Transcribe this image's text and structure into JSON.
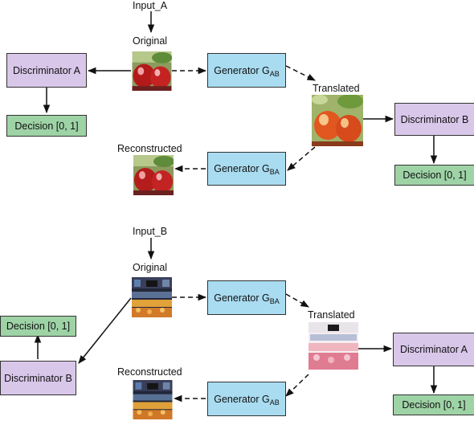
{
  "top": {
    "input_label": "Input_A",
    "original_label": "Original",
    "translated_label": "Translated",
    "reconstructed_label": "Reconstructed",
    "discriminator_a": "Discriminator A",
    "discriminator_b": "Discriminator B",
    "decision_a": "Decision [0, 1]",
    "decision_b": "Decision [0, 1]",
    "generator_ab": {
      "name": "Generator G",
      "sub": "AB"
    },
    "generator_ba": {
      "name": "Generator G",
      "sub": "BA"
    }
  },
  "bottom": {
    "input_label": "Input_B",
    "original_label": "Original",
    "translated_label": "Translated",
    "reconstructed_label": "Reconstructed",
    "discriminator_b": "Discriminator B",
    "discriminator_a": "Discriminator A",
    "decision_b": "Decision [0, 1]",
    "decision_a": "Decision [0, 1]",
    "generator_ba": {
      "name": "Generator G",
      "sub": "BA"
    },
    "generator_ab": {
      "name": "Generator G",
      "sub": "AB"
    }
  },
  "colors": {
    "discriminator": "#d9c7ea",
    "generator": "#a9dcf1",
    "decision": "#9ed3a6",
    "line": "#111111"
  },
  "icons": {
    "top_images": "apple-photo",
    "bottom_images": "market-stall-photo"
  }
}
